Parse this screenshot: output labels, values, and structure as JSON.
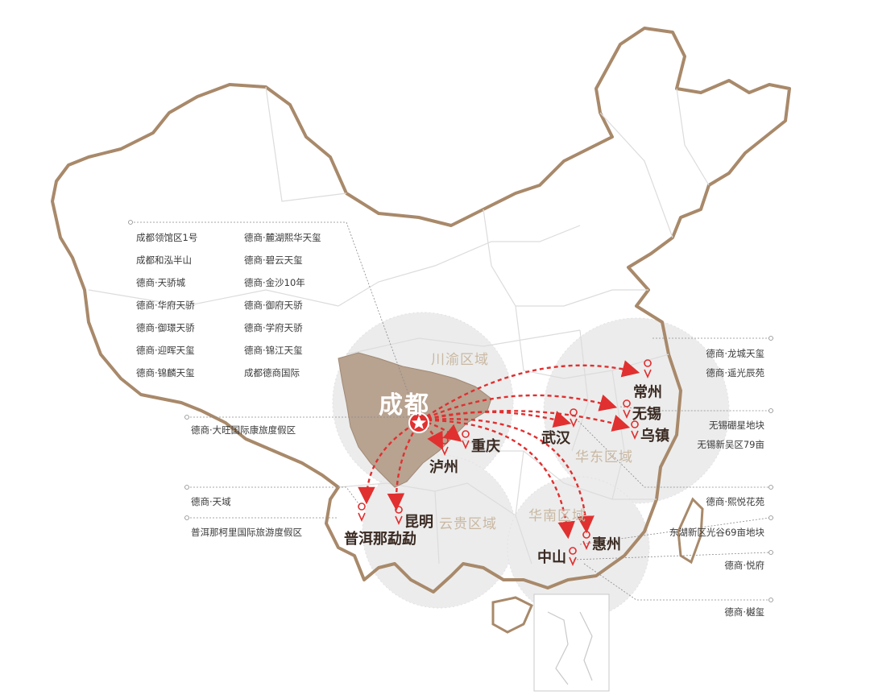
{
  "origin": {
    "name": "成都"
  },
  "regions": {
    "chuanyu": "川渝区域",
    "huadong": "华东区域",
    "yungui": "云贵区域",
    "huanan": "华南区域"
  },
  "cities": {
    "changzhou": "常州",
    "wuxi": "无锡",
    "wuzhen": "乌镇",
    "wuhan": "武汉",
    "chongqing": "重庆",
    "luzhou": "泸州",
    "kunming": "昆明",
    "puer": "普洱那勐勐",
    "huizhou": "惠州",
    "zhongshan": "中山"
  },
  "projects_left": {
    "col1": [
      "成都领馆区1号",
      "成都和泓半山",
      "德商·天骄城",
      "德商·华府天骄",
      "德商·御璟天骄",
      "德商·迎晖天玺",
      "德商·锦麟天玺"
    ],
    "col2": [
      "德商·麓湖熙华天玺",
      "德商·碧云天玺",
      "德商·金沙10年",
      "德商·御府天骄",
      "德商·学府天骄",
      "德商·锦江天玺",
      "成都德商国际"
    ],
    "luzhou": "德商·大旺国际康旅度假区",
    "kunming": "德商·天域",
    "puer": "普洱那柯里国际旅游度假区"
  },
  "projects_right": {
    "changzhou": [
      "德商·龙城天玺",
      "德商·遥光辰苑"
    ],
    "wuxi": [
      "无锡硼星地块",
      "无锡新吴区79亩"
    ],
    "wuhan": "德商·熙悦花苑",
    "wuhan2": "东湖新区光谷69亩地块",
    "zhongshan": "德商·悦府",
    "huizhou": "德商·樾玺"
  },
  "colors": {
    "border": "#a8896a",
    "sichuan": "#b8a290",
    "arrow": "#e03030",
    "region_fill": "#efefef"
  }
}
